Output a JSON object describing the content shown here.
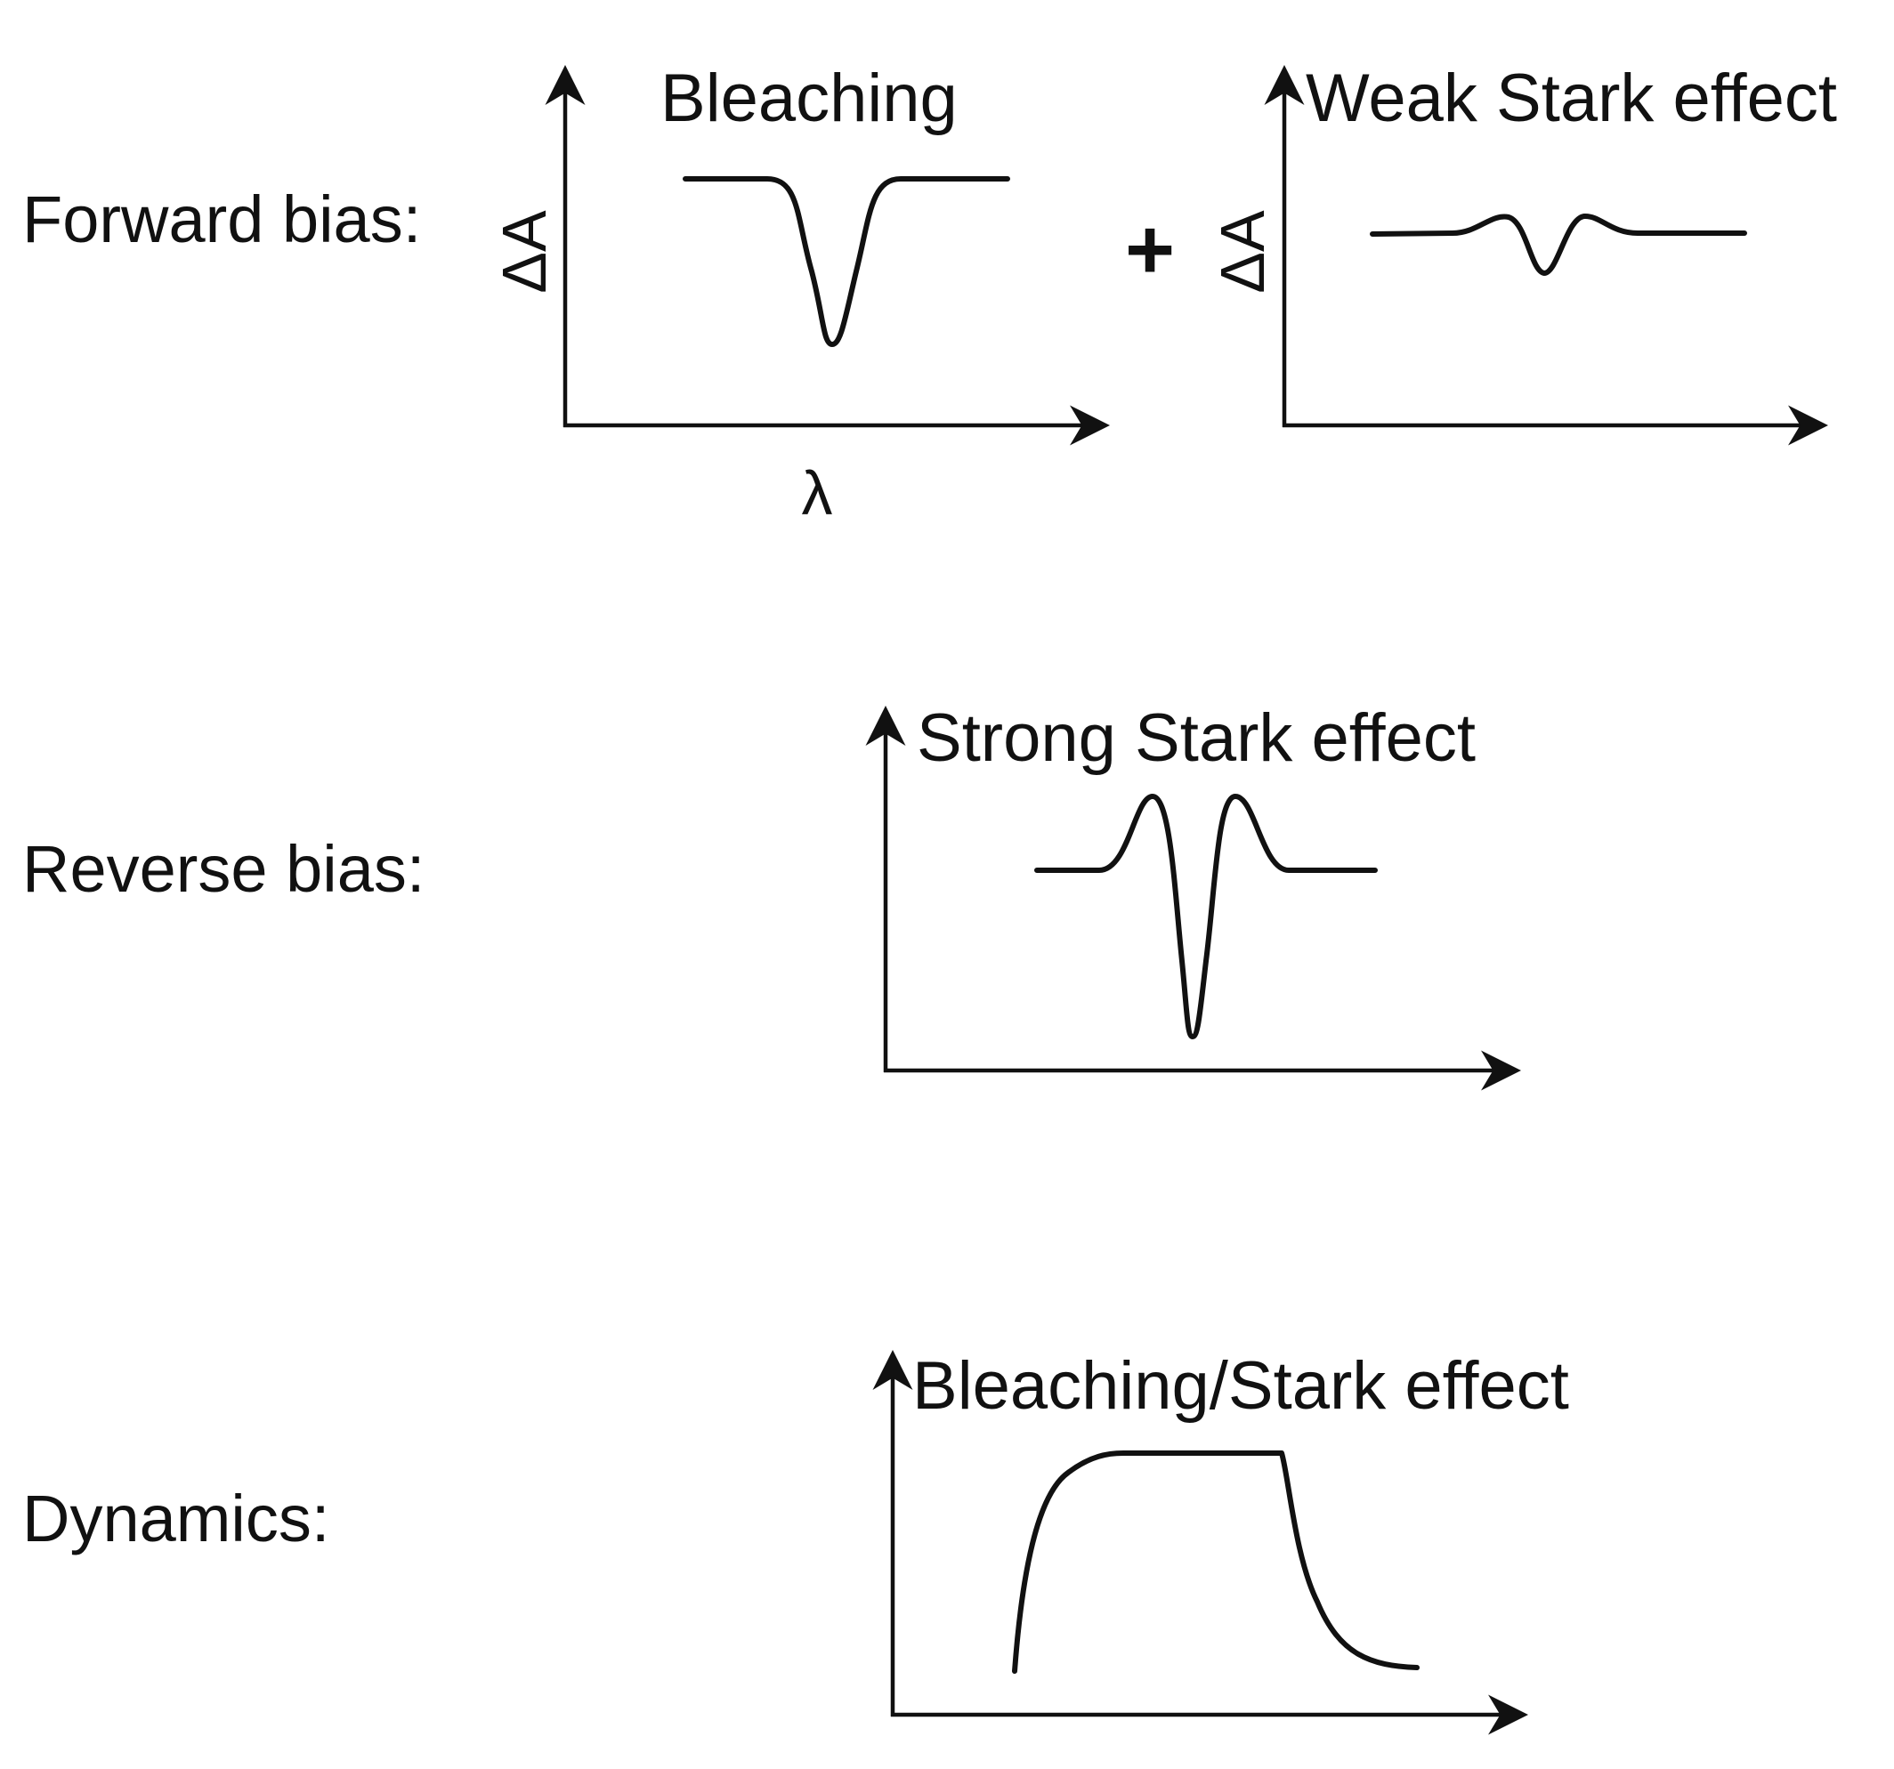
{
  "rows": [
    {
      "label": "Forward bias:"
    },
    {
      "label": "Reverse bias:"
    },
    {
      "label": "Dynamics:"
    }
  ],
  "panels": [
    {
      "title": "Bleaching"
    },
    {
      "title": "Weak Stark effect"
    },
    {
      "title": "Strong Stark effect"
    },
    {
      "title": "Bleaching/Stark effect"
    }
  ],
  "axis_labels": {
    "y": "ΔA",
    "x": "λ"
  },
  "operator": "+",
  "colors": {
    "ink": "#111111",
    "background": "#ffffff"
  }
}
